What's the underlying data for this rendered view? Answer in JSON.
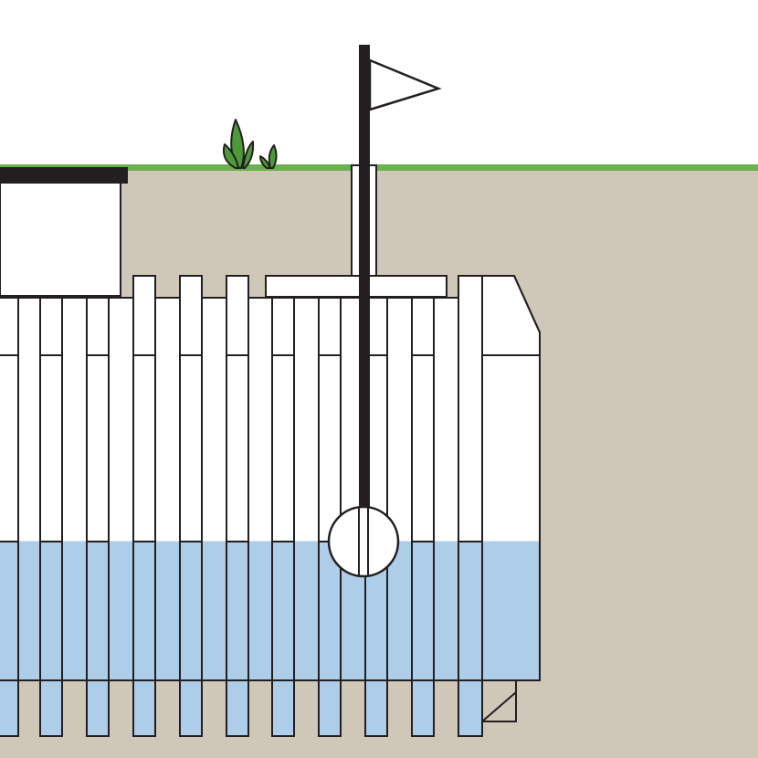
{
  "diagram": {
    "elements": [
      {
        "id": "sky",
        "label": ""
      },
      {
        "id": "soil",
        "label": ""
      },
      {
        "id": "grass-line",
        "label": ""
      },
      {
        "id": "flag",
        "label": ""
      },
      {
        "id": "tank",
        "label": ""
      },
      {
        "id": "water",
        "label": ""
      },
      {
        "id": "float-ball",
        "label": ""
      }
    ],
    "tank_fill_level_fraction": 0.48,
    "colors": {
      "sky": "#ffffff",
      "soil": "#cfc7b8",
      "grass": "#6ab04c",
      "plant": "#4d9a3a",
      "outline": "#231f20",
      "tank": "#ffffff",
      "water": "#aecde9"
    },
    "icons": [
      "flag-icon",
      "grass-tuft-icon",
      "float-ball-icon"
    ]
  }
}
